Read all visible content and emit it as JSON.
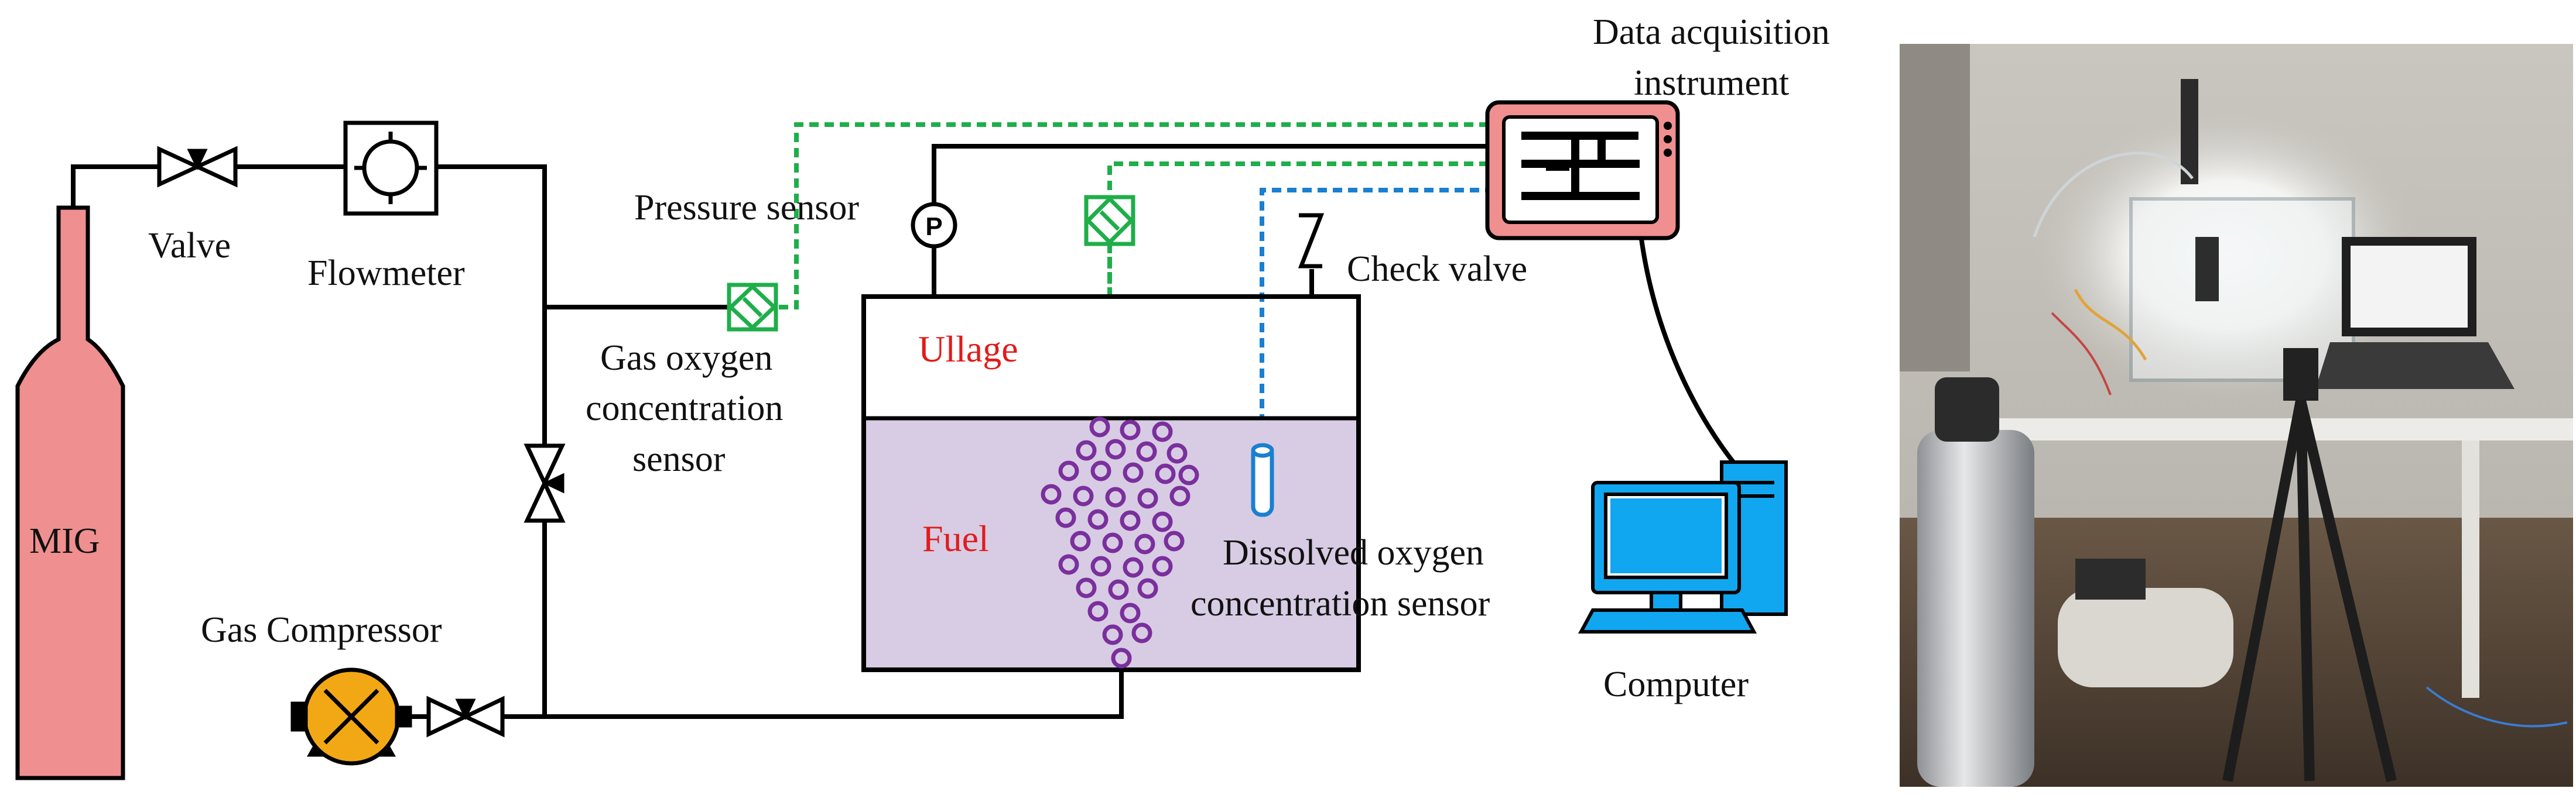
{
  "colors": {
    "cylinder": "#ef8f8f",
    "ullage_text": "#e21b1b",
    "fuel_text": "#e21b1b",
    "fuel_fill": "#d7cce3",
    "bubble": "#7b2f9d",
    "gas_sensor": "#1fae4a",
    "gas_line": "#1fae4a",
    "dissolved_line": "#1a7fd0",
    "compressor": "#f2a815",
    "computer": "#10a6f0",
    "daq": "#ef8f8f"
  },
  "labels": {
    "mig": "MIG",
    "valve": "Valve",
    "flowmeter": "Flowmeter",
    "pressure_sensor": "Pressure sensor",
    "gas_oxygen_1": "Gas oxygen",
    "gas_oxygen_2": "concentration",
    "gas_oxygen_3": "sensor",
    "ullage": "Ullage",
    "fuel": "Fuel",
    "check_valve": "Check valve",
    "dissolved_1": "Dissolved oxygen",
    "dissolved_2": "concentration sensor",
    "daq_1": "Data acquisition",
    "daq_2": "instrument",
    "computer": "Computer",
    "compressor": "Gas Compressor",
    "pressure_symbol": "P"
  }
}
